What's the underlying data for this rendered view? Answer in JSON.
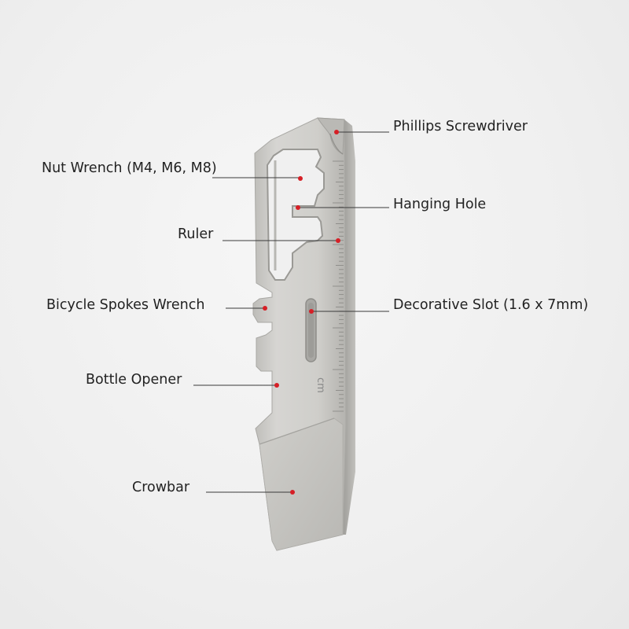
{
  "ruler_unit": "cm",
  "colors": {
    "callout_dot": "#d61f26",
    "callout_line": "#3a3a3a",
    "tool_body": "#cfcecb"
  },
  "callouts": [
    {
      "id": "phillips-screwdriver",
      "label": "Phillips Screwdriver"
    },
    {
      "id": "nut-wrench",
      "label": "Nut Wrench (M4, M6, M8)"
    },
    {
      "id": "hanging-hole",
      "label": "Hanging Hole"
    },
    {
      "id": "ruler",
      "label": "Ruler"
    },
    {
      "id": "bicycle-spokes-wrench",
      "label": "Bicycle Spokes Wrench"
    },
    {
      "id": "decorative-slot",
      "label": "Decorative Slot (1.6 x 7mm)"
    },
    {
      "id": "bottle-opener",
      "label": "Bottle Opener"
    },
    {
      "id": "crowbar",
      "label": "Crowbar"
    }
  ]
}
